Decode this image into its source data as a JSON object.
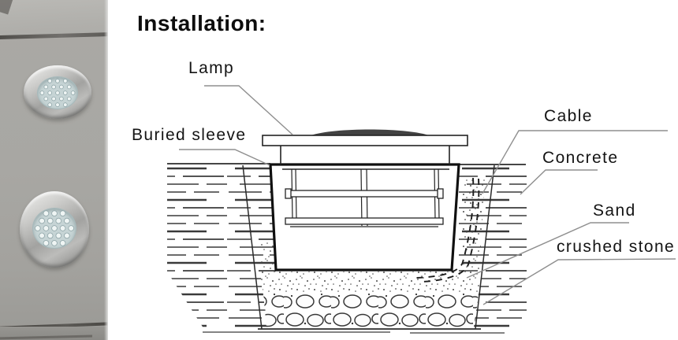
{
  "title": "Installation:",
  "labels": {
    "lamp": "Lamp",
    "buried_sleeve": "Buried sleeve",
    "cable": "Cable",
    "concrete": "Concrete",
    "sand": "Sand",
    "crushed_stone": "crushed stone"
  },
  "photo": {
    "alt": "Two round stainless-steel inground LED lights installed in grey concrete pavement",
    "light_count": 2,
    "leds_per_light": 19
  },
  "colors": {
    "paper": "#ffffff",
    "diagram_line": "#2b2b2b",
    "sleeve_line": "#101010",
    "leader_line": "#8f8f8f",
    "text": "#141414",
    "dome_fill": "#424242",
    "led_face": "#c6d4d5",
    "steel_ring": "#b5b5b3"
  }
}
